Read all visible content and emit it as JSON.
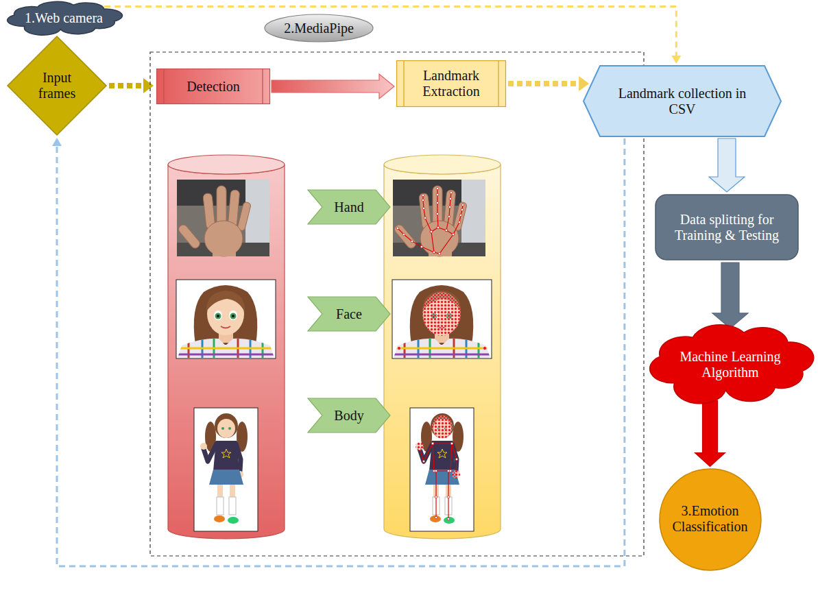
{
  "diagram": {
    "nodes": [
      {
        "text": [
          "1.Web camera"
        ]
      },
      {
        "text": [
          "Input frames"
        ]
      },
      {
        "text": [
          "2.MediaPipe"
        ]
      },
      {
        "text": [
          "Detection"
        ],
        "in": 2
      },
      {
        "text": [
          "Landmark Extraction"
        ],
        "in": 2
      },
      {
        "text": [
          "Hand"
        ],
        "in": 2
      },
      {
        "text": [
          "Face"
        ],
        "in": 2
      },
      {
        "text": [
          "Body"
        ],
        "in": 2
      },
      {
        "text": [
          "Landmark collection in CSV"
        ]
      },
      {
        "text": [
          "Data splitting for Training & Testing"
        ]
      },
      {
        "text": [
          "Machine Learning Algorithm"
        ]
      },
      {
        "text": [
          "3.Emotion Classification"
        ]
      }
    ],
    "edges": [
      {
        "from": 1,
        "to": 3,
        "arrow": "to"
      },
      {
        "from": 3,
        "to": 4,
        "arrow": "to"
      },
      {
        "from": 4,
        "to": 8,
        "arrow": "to"
      },
      {
        "from": 8,
        "to": 9,
        "arrow": "to"
      },
      {
        "from": 9,
        "to": 10,
        "arrow": "to"
      },
      {
        "from": 10,
        "to": 11,
        "arrow": "to"
      },
      {
        "from": 0,
        "to": 8,
        "arrow": "to"
      },
      {
        "from": 8,
        "to": 1,
        "arrow": "to"
      }
    ]
  }
}
